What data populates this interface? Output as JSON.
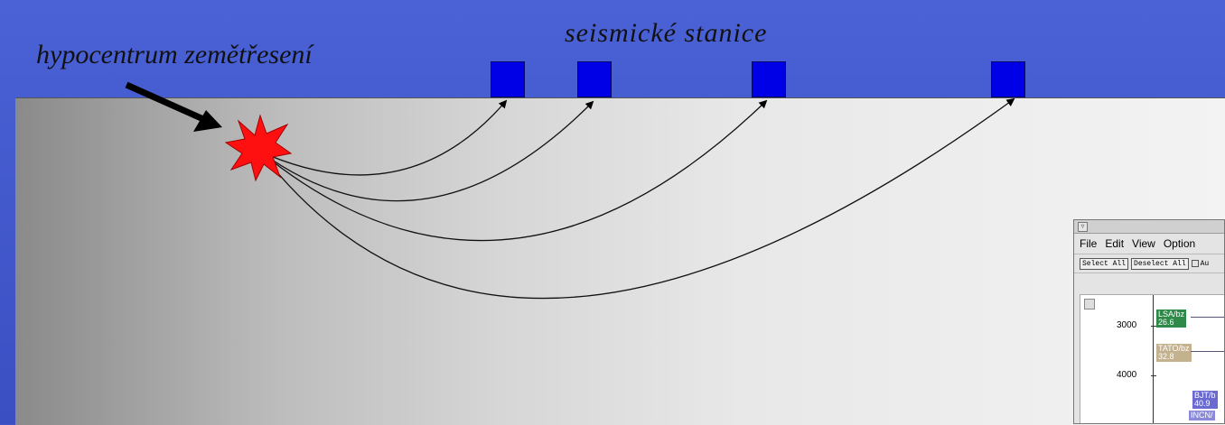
{
  "labels": {
    "hypocenter": "hypocentrum zemětřesení",
    "stations": "seismické stanice"
  },
  "colors": {
    "background": "#3f55c8",
    "station": "#0000e6",
    "hypocenter": "#ff1010"
  },
  "seismogram_window": {
    "close_glyph": "▿",
    "menu": [
      "File",
      "Edit",
      "View",
      "Option"
    ],
    "toolbar": {
      "select_all": "Select All",
      "deselect_all": "Deselect All",
      "auto": "Au"
    },
    "y_ticks": [
      "3000",
      "4000"
    ],
    "phases": [
      {
        "station": "LSA/bz",
        "value": "26.6",
        "color": "#2f8a4a"
      },
      {
        "station": "TATO/bz",
        "value": "32.8",
        "color": "#c4b28f"
      },
      {
        "station": "BJT/b",
        "value": "40.9",
        "color": "#6a6ad0"
      },
      {
        "station": "INCN/",
        "value": "",
        "color": "#6a6ad0"
      }
    ]
  }
}
